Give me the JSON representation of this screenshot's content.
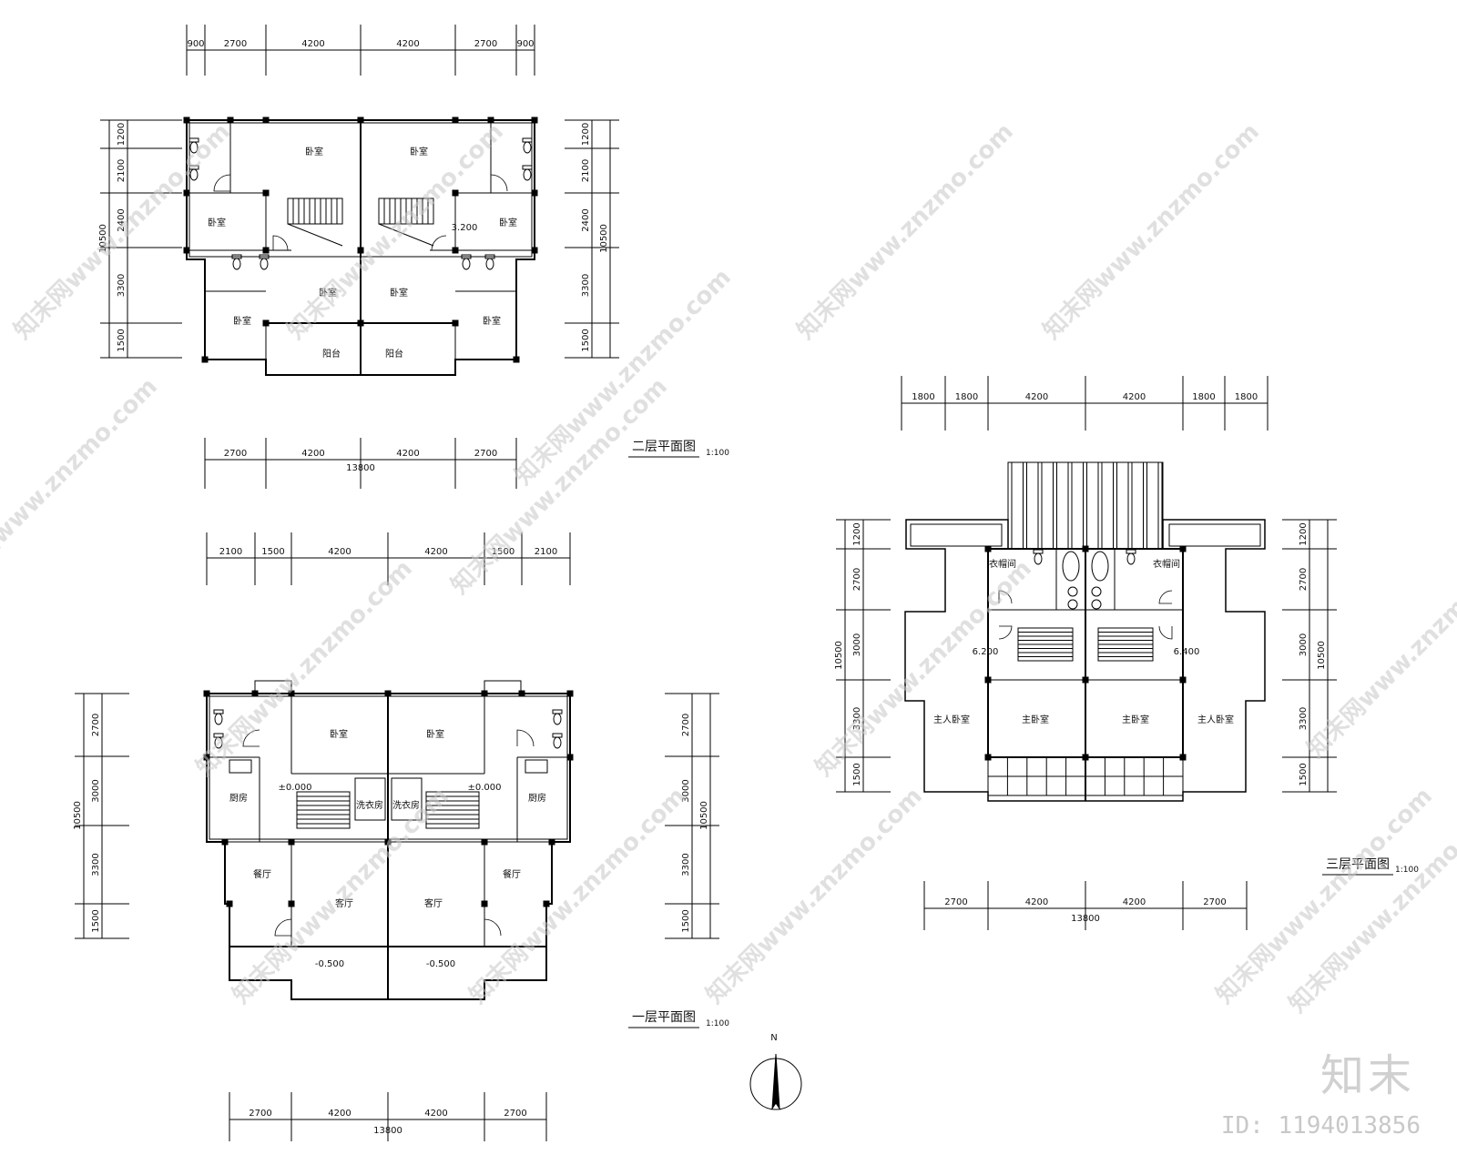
{
  "plans": {
    "second_floor": {
      "title": "二层平面图",
      "scale": "1:100",
      "top_dims": [
        "900",
        "2700",
        "4200",
        "4200",
        "2700",
        "900"
      ],
      "bottom_dims": [
        "2700",
        "4200",
        "4200",
        "2700"
      ],
      "total": "13800",
      "left_dims": [
        "1200",
        "2100",
        "2400",
        "3300",
        "1500"
      ],
      "left_total": "10500",
      "right_dims": [
        "1200",
        "2100",
        "2400",
        "3300",
        "1500"
      ],
      "right_total": "10500",
      "elevation": "3.200",
      "rooms": [
        "卧室",
        "卧室",
        "卧室",
        "卧室",
        "卧室",
        "卧室",
        "卧室",
        "卧室",
        "阳台",
        "阳台"
      ]
    },
    "first_floor": {
      "title": "一层平面图",
      "scale": "1:100",
      "top_dims": [
        "2100",
        "1500",
        "4200",
        "4200",
        "1500",
        "2100"
      ],
      "bottom_dims": [
        "2700",
        "4200",
        "4200",
        "2700"
      ],
      "total": "13800",
      "left_dims": [
        "2700",
        "3000",
        "3300",
        "1500"
      ],
      "left_total": "10500",
      "right_dims": [
        "2700",
        "3000",
        "3300",
        "1500"
      ],
      "right_total": "10500",
      "elevations": [
        "±0.000",
        "±0.000",
        "-0.500",
        "-0.500"
      ],
      "rooms": [
        "卧室",
        "卧室",
        "厨房",
        "厨房",
        "洗衣房",
        "洗衣房",
        "餐厅",
        "餐厅",
        "客厅",
        "客厅"
      ]
    },
    "third_floor": {
      "title": "三层平面图",
      "scale": "1:100",
      "top_dims": [
        "1800",
        "1800",
        "4200",
        "4200",
        "1800",
        "1800"
      ],
      "bottom_dims": [
        "2700",
        "4200",
        "4200",
        "2700"
      ],
      "total": "13800",
      "left_dims": [
        "1200",
        "2700",
        "3000",
        "3300",
        "1500"
      ],
      "left_total": "10500",
      "right_dims": [
        "1200",
        "2700",
        "3000",
        "3300",
        "1500"
      ],
      "right_total": "10500",
      "elevations": [
        "6.200",
        "6.400"
      ],
      "rooms": [
        "衣帽间",
        "衣帽间",
        "主卧室",
        "主卧室",
        "主人卧室",
        "主人卧室"
      ]
    }
  },
  "compass": {
    "label": "N"
  },
  "watermark": {
    "text": "知末网www.znzmo.com",
    "brand": "知末",
    "id": "ID: 1194013856"
  }
}
